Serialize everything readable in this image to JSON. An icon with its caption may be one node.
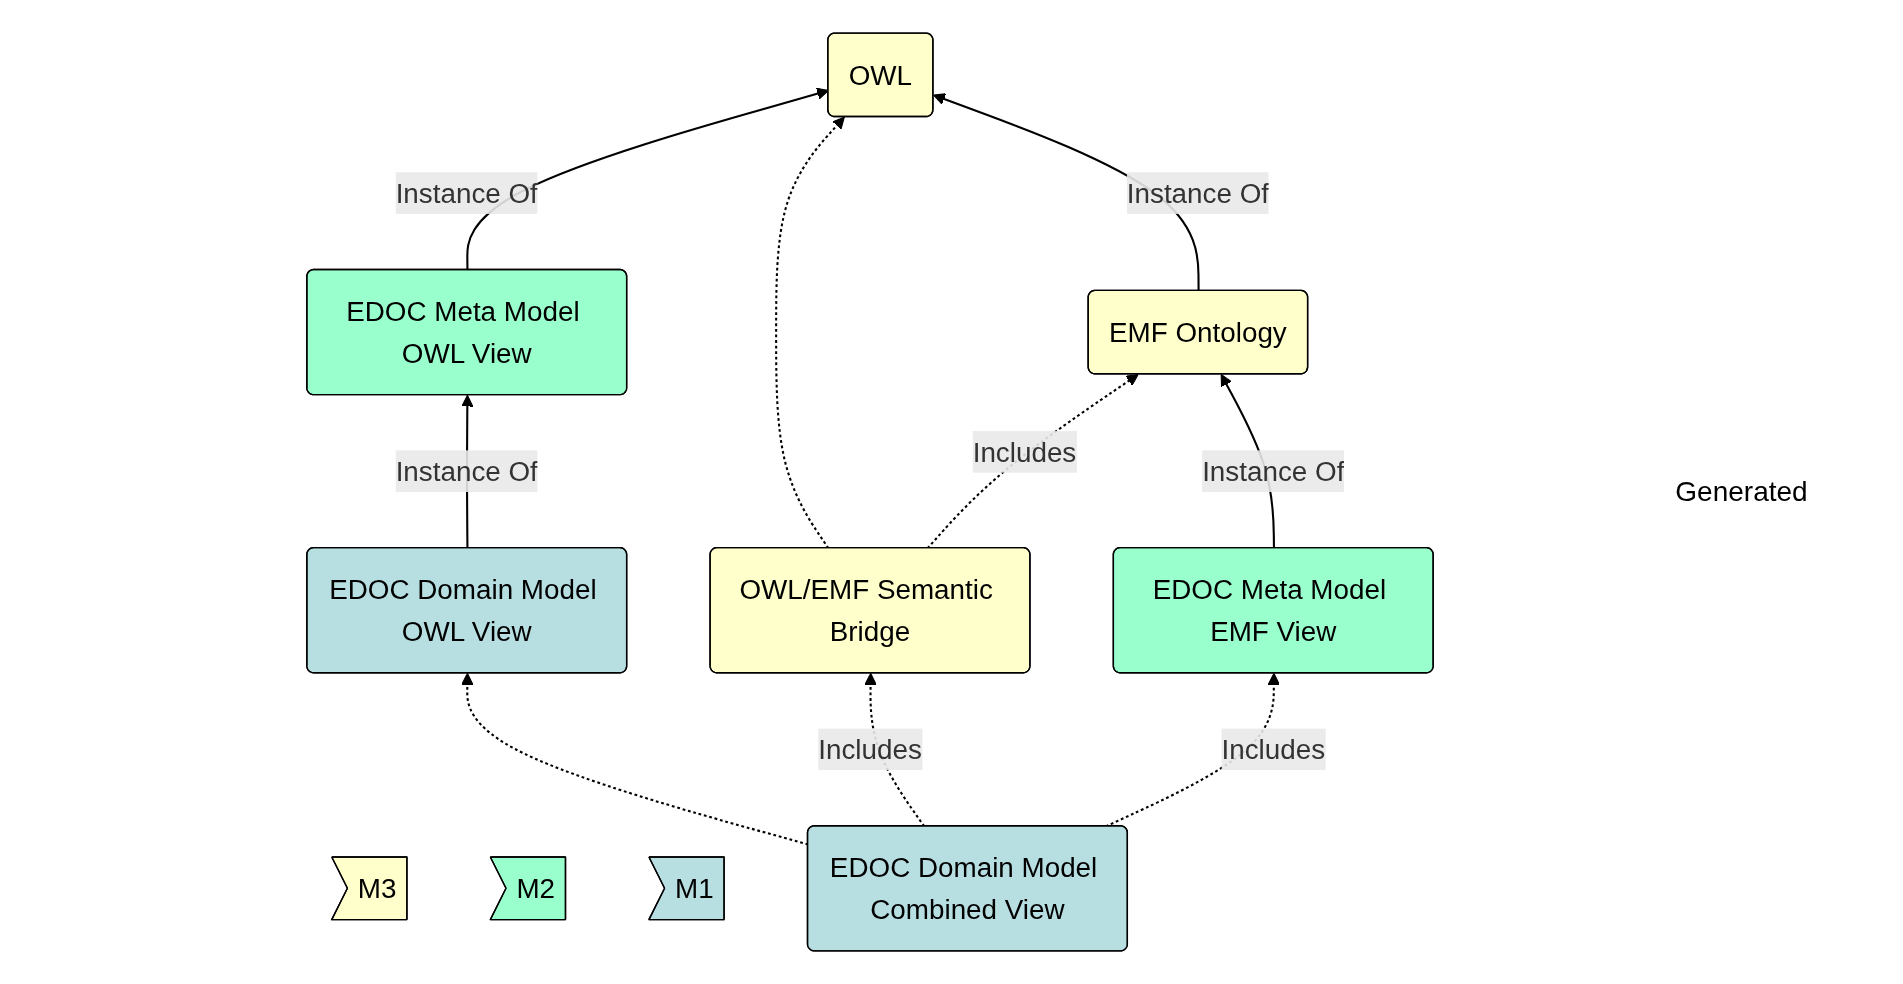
{
  "diagram": {
    "nodes": [
      {
        "text": [
          "OWL"
        ]
      },
      {
        "text": [
          "EMF Ontology"
        ]
      },
      {
        "text": [
          "M3"
        ]
      },
      {
        "text": [
          "OWL/EMF Semantic Bridge"
        ]
      },
      {
        "text": [
          "EDOC Meta Model OWL View"
        ]
      },
      {
        "text": [
          "EDOC Meta Model EMF View"
        ]
      },
      {
        "text": [
          "M2"
        ]
      },
      {
        "text": [
          "EDOC Domain Model OWL View"
        ]
      },
      {
        "text": [
          "M1"
        ]
      },
      {
        "text": [
          "EDOC Domain Model Combined View"
        ]
      }
    ],
    "edges": [
      {
        "from": 1,
        "to": 0,
        "arrow": "to",
        "label": "Instance Of"
      },
      {
        "from": 4,
        "to": 0,
        "arrow": "to",
        "label": "Instance Of"
      },
      {
        "from": 5,
        "to": 1,
        "arrow": "to",
        "label": "Instance Of"
      },
      {
        "from": 7,
        "to": 4,
        "arrow": "to",
        "label": "Instance Of"
      },
      {
        "from": 3,
        "to": 0,
        "arrow": "to",
        "style": "dashed"
      },
      {
        "from": 3,
        "to": 1,
        "arrow": "to",
        "style": "dashed",
        "label": "Includes"
      },
      {
        "from": 9,
        "to": 7,
        "arrow": "to",
        "style": "dashed"
      },
      {
        "from": 9,
        "to": 3,
        "arrow": "to",
        "style": "dashed",
        "label": "Includes"
      },
      {
        "from": 9,
        "to": 5,
        "arrow": "to",
        "style": "dashed",
        "label": "Includes"
      }
    ],
    "labels": [
      "Generated"
    ]
  }
}
